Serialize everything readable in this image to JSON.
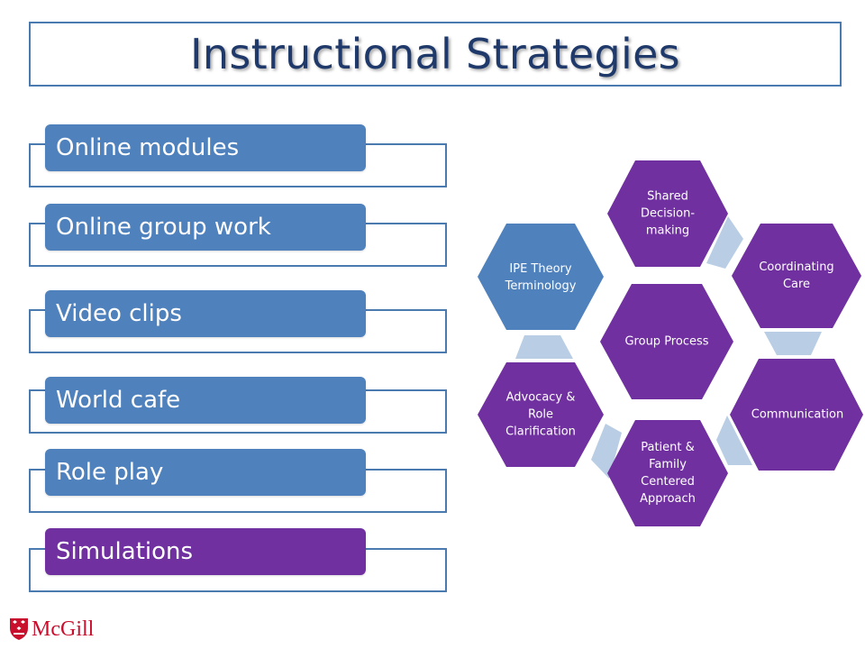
{
  "title": "Instructional Strategies",
  "strategies": [
    {
      "label": "Online modules",
      "color": "#4f81bd"
    },
    {
      "label": "Online group work",
      "color": "#4f81bd"
    },
    {
      "label": "Video clips",
      "color": "#4f81bd"
    },
    {
      "label": "World cafe",
      "color": "#4f81bd"
    },
    {
      "label": "Role play",
      "color": "#4f81bd"
    },
    {
      "label": "Simulations",
      "color": "#7030a0"
    }
  ],
  "hexagons": {
    "shared_decision": {
      "label": "Shared\nDecision-\nmaking",
      "color": "#7030a0"
    },
    "coordinating_care": {
      "label": "Coordinating\nCare",
      "color": "#7030a0"
    },
    "ipe_theory": {
      "label": "IPE Theory\nTerminology",
      "color": "#4f81bd"
    },
    "group_process": {
      "label": "Group Process",
      "color": "#7030a0"
    },
    "communication": {
      "label": "Communication",
      "color": "#7030a0"
    },
    "advocacy": {
      "label": "Advocacy &\nRole\nClarification",
      "color": "#7030a0"
    },
    "patient_family": {
      "label": "Patient &\nFamily\nCentered\nApproach",
      "color": "#7030a0"
    }
  },
  "connector_color": "#b9cde5",
  "logo": {
    "text": "McGill",
    "color": "#c8102e",
    "icon": "mcgill-crest-icon"
  }
}
